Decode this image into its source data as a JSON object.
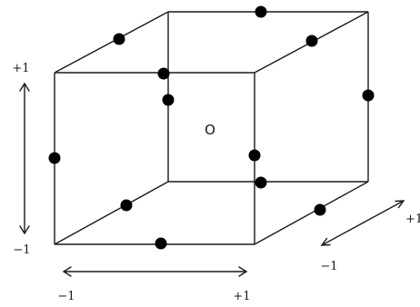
{
  "diagram": {
    "center_label": "O",
    "axes": {
      "vertical": {
        "min_label": "−1",
        "max_label": "+1"
      },
      "horizontal": {
        "min_label": "−1",
        "max_label": "+1"
      },
      "depth": {
        "min_label": "−1",
        "max_label": "+1"
      }
    },
    "design_points": [
      {
        "x": 0,
        "y": -1,
        "z": -1
      },
      {
        "x": 0,
        "y": 1,
        "z": -1
      },
      {
        "x": -1,
        "y": 0,
        "z": -1
      },
      {
        "x": 1,
        "y": 0,
        "z": -1
      },
      {
        "x": 0,
        "y": -1,
        "z": 1
      },
      {
        "x": 0,
        "y": 1,
        "z": 1
      },
      {
        "x": -1,
        "y": 0,
        "z": 1
      },
      {
        "x": 1,
        "y": 0,
        "z": 1
      },
      {
        "x": -1,
        "y": -1,
        "z": 0
      },
      {
        "x": 1,
        "y": -1,
        "z": 0
      },
      {
        "x": -1,
        "y": 1,
        "z": 0
      },
      {
        "x": 1,
        "y": 1,
        "z": 0
      }
    ],
    "colors": {
      "line": "#1a1a1a",
      "point": "#000000",
      "background": "#ffffff"
    }
  }
}
